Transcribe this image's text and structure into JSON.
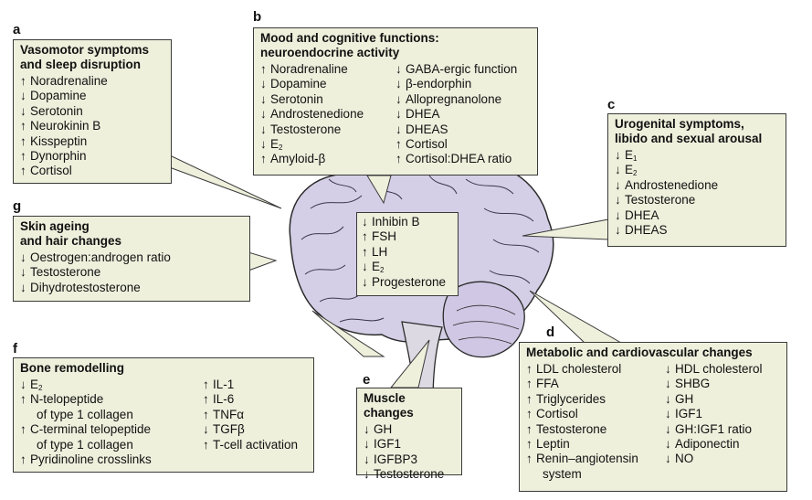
{
  "panels": {
    "a": {
      "letter": "a",
      "title1": "Vasomotor symptoms",
      "title2": "and sleep disruption",
      "items": [
        {
          "dir": "↑",
          "text": "Noradrenaline"
        },
        {
          "dir": "↓",
          "text": "Dopamine"
        },
        {
          "dir": "↓",
          "text": "Serotonin"
        },
        {
          "dir": "↑",
          "text": "Neurokinin B"
        },
        {
          "dir": "↑",
          "text": "Kisspeptin"
        },
        {
          "dir": "↑",
          "text": "Dynorphin"
        },
        {
          "dir": "↑",
          "text": "Cortisol"
        }
      ]
    },
    "b": {
      "letter": "b",
      "title1": "Mood and cognitive functions:",
      "title2": "neuroendocrine activity",
      "col1": [
        {
          "dir": "↑",
          "text": "Noradrenaline"
        },
        {
          "dir": "↓",
          "text": "Dopamine"
        },
        {
          "dir": "↓",
          "text": "Serotonin"
        },
        {
          "dir": "↓",
          "text": "Androstenedione"
        },
        {
          "dir": "↓",
          "text": "Testosterone"
        },
        {
          "dir": "↓",
          "text": "E",
          "sub": "2"
        },
        {
          "dir": "↑",
          "text": "Amyloid-β"
        }
      ],
      "col2": [
        {
          "dir": "↓",
          "text": "GABA-ergic function"
        },
        {
          "dir": "↓",
          "text": "β-endorphin"
        },
        {
          "dir": "↓",
          "text": "Allopregnanolone"
        },
        {
          "dir": "↓",
          "text": "DHEA"
        },
        {
          "dir": "↓",
          "text": "DHEAS"
        },
        {
          "dir": "↑",
          "text": "Cortisol"
        },
        {
          "dir": "↑",
          "text": "Cortisol:DHEA ratio"
        }
      ]
    },
    "c": {
      "letter": "c",
      "title1": "Urogenital symptoms,",
      "title2": "libido and sexual arousal",
      "items": [
        {
          "dir": "↓",
          "text": "E",
          "sub": "1"
        },
        {
          "dir": "↓",
          "text": "E",
          "sub": "2"
        },
        {
          "dir": "↓",
          "text": "Androstenedione"
        },
        {
          "dir": "↓",
          "text": "Testosterone"
        },
        {
          "dir": "↓",
          "text": "DHEA"
        },
        {
          "dir": "↓",
          "text": "DHEAS"
        }
      ]
    },
    "center": {
      "items": [
        {
          "dir": "↓",
          "text": "Inhibin B"
        },
        {
          "dir": "↑",
          "text": "FSH"
        },
        {
          "dir": "↑",
          "text": "LH"
        },
        {
          "dir": "↓",
          "text": "E",
          "sub": "2"
        },
        {
          "dir": "↓",
          "text": "Progesterone"
        }
      ]
    },
    "g": {
      "letter": "g",
      "title1": "Skin ageing",
      "title2": "and hair changes",
      "items": [
        {
          "dir": "↓",
          "text": "Oestrogen:androgen ratio"
        },
        {
          "dir": "↓",
          "text": "Testosterone"
        },
        {
          "dir": "↓",
          "text": "Dihydrotestosterone"
        }
      ]
    },
    "f": {
      "letter": "f",
      "title1": "Bone remodelling",
      "col1": [
        {
          "dir": "↓",
          "text": "E",
          "sub": "2"
        },
        {
          "dir": "↑",
          "text": "N-telopeptide"
        },
        {
          "dir": "",
          "text": "of type 1 collagen",
          "indent": true
        },
        {
          "dir": "↑",
          "text": "C-terminal telopeptide"
        },
        {
          "dir": "",
          "text": "of type 1 collagen",
          "indent": true
        },
        {
          "dir": "↑",
          "text": "Pyridinoline crosslinks"
        }
      ],
      "col2": [
        {
          "dir": "↑",
          "text": "IL-1"
        },
        {
          "dir": "↑",
          "text": "IL-6"
        },
        {
          "dir": "↑",
          "text": "TNFα"
        },
        {
          "dir": "↓",
          "text": "TGFβ"
        },
        {
          "dir": "↑",
          "text": "T-cell activation"
        }
      ]
    },
    "e": {
      "letter": "e",
      "title1": "Muscle changes",
      "items": [
        {
          "dir": "↓",
          "text": "GH"
        },
        {
          "dir": "↓",
          "text": "IGF1"
        },
        {
          "dir": "↓",
          "text": "IGFBP3"
        },
        {
          "dir": "↓",
          "text": "Testosterone"
        }
      ]
    },
    "d": {
      "letter": "d",
      "title1": "Metabolic and cardiovascular changes",
      "col1": [
        {
          "dir": "↑",
          "text": "LDL cholesterol"
        },
        {
          "dir": "↑",
          "text": "FFA"
        },
        {
          "dir": "↑",
          "text": "Triglycerides"
        },
        {
          "dir": "↑",
          "text": "Cortisol"
        },
        {
          "dir": "↑",
          "text": "Testosterone"
        },
        {
          "dir": "↑",
          "text": "Leptin"
        },
        {
          "dir": "↑",
          "text": "Renin–angiotensin"
        },
        {
          "dir": "",
          "text": "system",
          "indent": true
        }
      ],
      "col2": [
        {
          "dir": "↓",
          "text": "HDL cholesterol"
        },
        {
          "dir": "↓",
          "text": "SHBG"
        },
        {
          "dir": "↓",
          "text": "GH"
        },
        {
          "dir": "↓",
          "text": "IGF1"
        },
        {
          "dir": "↓",
          "text": "GH:IGF1 ratio"
        },
        {
          "dir": "↓",
          "text": "Adiponectin"
        },
        {
          "dir": "↓",
          "text": "NO"
        }
      ]
    }
  },
  "colors": {
    "panel_fill": "#eef0dc",
    "brain_fill": "#d4cfe6",
    "brain_stroke": "#2a2a2a",
    "stem_fill": "#dcd9e2"
  }
}
